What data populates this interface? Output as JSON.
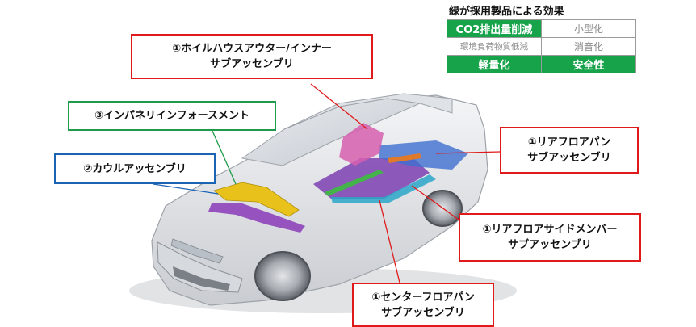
{
  "legend": {
    "title": "緑が採用製品による効果",
    "rows": [
      [
        {
          "text": "CO2排出量削減",
          "active": true
        },
        {
          "text": "小型化",
          "active": false
        }
      ],
      [
        {
          "text": "環境負荷物質低減",
          "active": false
        },
        {
          "text": "消音化",
          "active": false
        }
      ],
      [
        {
          "text": "軽量化",
          "active": true
        },
        {
          "text": "安全性",
          "active": true
        }
      ]
    ],
    "active_color": "#16a34a"
  },
  "callouts": {
    "wheelhouse": "①ホイルハウスアウター/インナー\nサブアッセンブリ",
    "instrument_panel": "③インパネリインフォースメント",
    "cowl": "②カウルアッセンブリ",
    "rear_floor_pan": "①リアフロアパン\nサブアッセンブリ",
    "rear_floor_side_member": "①リアフロアサイドメンバー\nサブアッセンブリ",
    "center_floor_pan": "①センターフロアパン\nサブアッセンブリ"
  },
  "colors": {
    "red": "#e01a1a",
    "green": "#1e9a4a",
    "blue": "#1b63b3",
    "highlight_parts": "#e8c21a"
  }
}
